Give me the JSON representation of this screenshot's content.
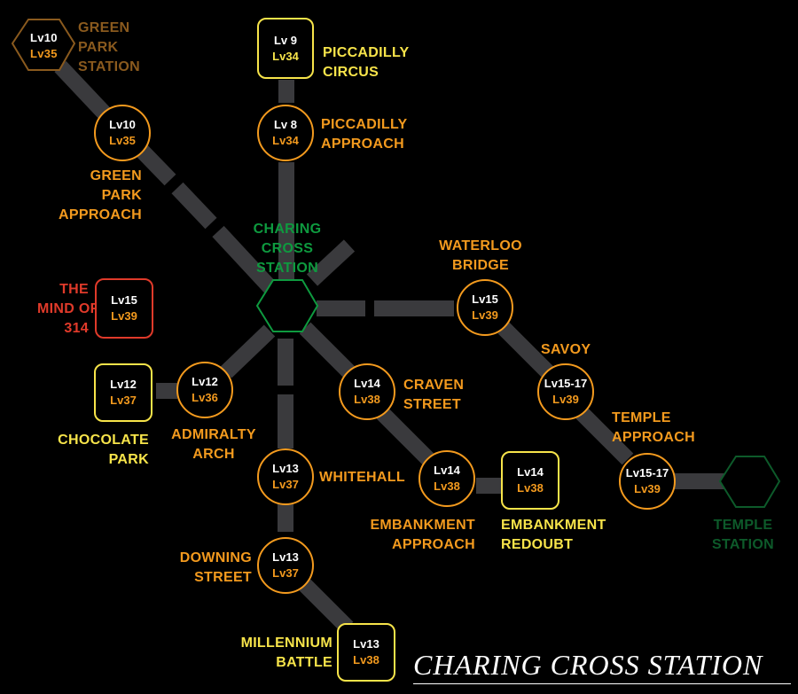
{
  "map_title": "CHARING CROSS STATION",
  "colors": {
    "background": "#000000",
    "track": "#3a3a3d",
    "orange": "#f39a1e",
    "yellow": "#f7e44a",
    "station_green": "#0e9a3f",
    "temple_green": "#0d5a2a",
    "green_park_brown": "#8a5a1e",
    "red": "#e03a2a"
  },
  "hub": {
    "name": [
      "CHARING",
      "CROSS",
      "STATION"
    ]
  },
  "green_park_station": {
    "lv": "Lv10",
    "rec": "Lv35",
    "name": [
      "GREEN",
      "PARK",
      "STATION"
    ]
  },
  "temple_station": {
    "name": [
      "TEMPLE",
      "STATION"
    ]
  },
  "nodes": {
    "piccadilly_circus": {
      "lv": "Lv 9",
      "rec": "Lv34",
      "name": [
        "PICCADILLY",
        "CIRCUS"
      ]
    },
    "piccadilly_approach": {
      "lv": "Lv 8",
      "rec": "Lv34",
      "name": [
        "PICCADILLY",
        "APPROACH"
      ]
    },
    "green_park_approach": {
      "lv": "Lv10",
      "rec": "Lv35",
      "name": [
        "GREEN",
        "PARK",
        "APPROACH"
      ]
    },
    "mind_of_314": {
      "lv": "Lv15",
      "rec": "Lv39",
      "name": [
        "THE",
        "MIND OF",
        "314"
      ]
    },
    "chocolate_park": {
      "lv": "Lv12",
      "rec": "Lv37",
      "name": [
        "CHOCOLATE",
        "PARK"
      ]
    },
    "admiralty_arch": {
      "lv": "Lv12",
      "rec": "Lv36",
      "name": [
        "ADMIRALTY",
        "ARCH"
      ]
    },
    "whitehall": {
      "lv": "Lv13",
      "rec": "Lv37",
      "name": [
        "WHITEHALL"
      ]
    },
    "downing_street": {
      "lv": "Lv13",
      "rec": "Lv37",
      "name": [
        "DOWNING",
        "STREET"
      ]
    },
    "millennium_battle": {
      "lv": "Lv13",
      "rec": "Lv38",
      "name": [
        "MILLENNIUM",
        "BATTLE"
      ]
    },
    "craven_street": {
      "lv": "Lv14",
      "rec": "Lv38",
      "name": [
        "CRAVEN",
        "STREET"
      ]
    },
    "embankment_approach": {
      "lv": "Lv14",
      "rec": "Lv38",
      "name": [
        "EMBANKMENT",
        "APPROACH"
      ]
    },
    "embankment_redoubt": {
      "lv": "Lv14",
      "rec": "Lv38",
      "name": [
        "EMBANKMENT",
        "REDOUBT"
      ]
    },
    "waterloo_bridge": {
      "lv": "Lv15",
      "rec": "Lv39",
      "name": [
        "WATERLOO",
        "BRIDGE"
      ]
    },
    "savoy": {
      "lv": "Lv15-17",
      "rec": "Lv39",
      "name": [
        "SAVOY"
      ]
    },
    "temple_approach": {
      "lv": "Lv15-17",
      "rec": "Lv39",
      "name": [
        "TEMPLE",
        "APPROACH"
      ]
    }
  }
}
